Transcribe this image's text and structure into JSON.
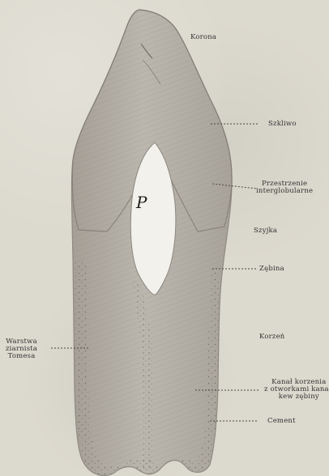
{
  "labels": {
    "korona": "Korona",
    "szkliwo": "Szkliwo",
    "przestrzenie_line1": "Przestrzenie",
    "przestrzenie_line2": "interglobularne",
    "szyjka": "Szyjka",
    "zebina": "Zębina",
    "korzen": "Korzeń",
    "kanal_line1": "Kanał korzenia",
    "kanal_line2": "z otworkami kanali",
    "kanal_line3": "kew zębiny",
    "cement": "Cement",
    "warstwa_line1": "Warstwa",
    "warstwa_line2": "ziarnista",
    "warstwa_line3": "Tomesa",
    "pulp": "P"
  },
  "colors": {
    "background": "#dcd9ce",
    "tooth_fill": "#b7b3ab",
    "enamel_edge": "#8f8a82",
    "pulp_fill": "#f2f1eb",
    "ink": "#333333"
  },
  "icons": {
    "pulp_marker": "letter-p"
  }
}
